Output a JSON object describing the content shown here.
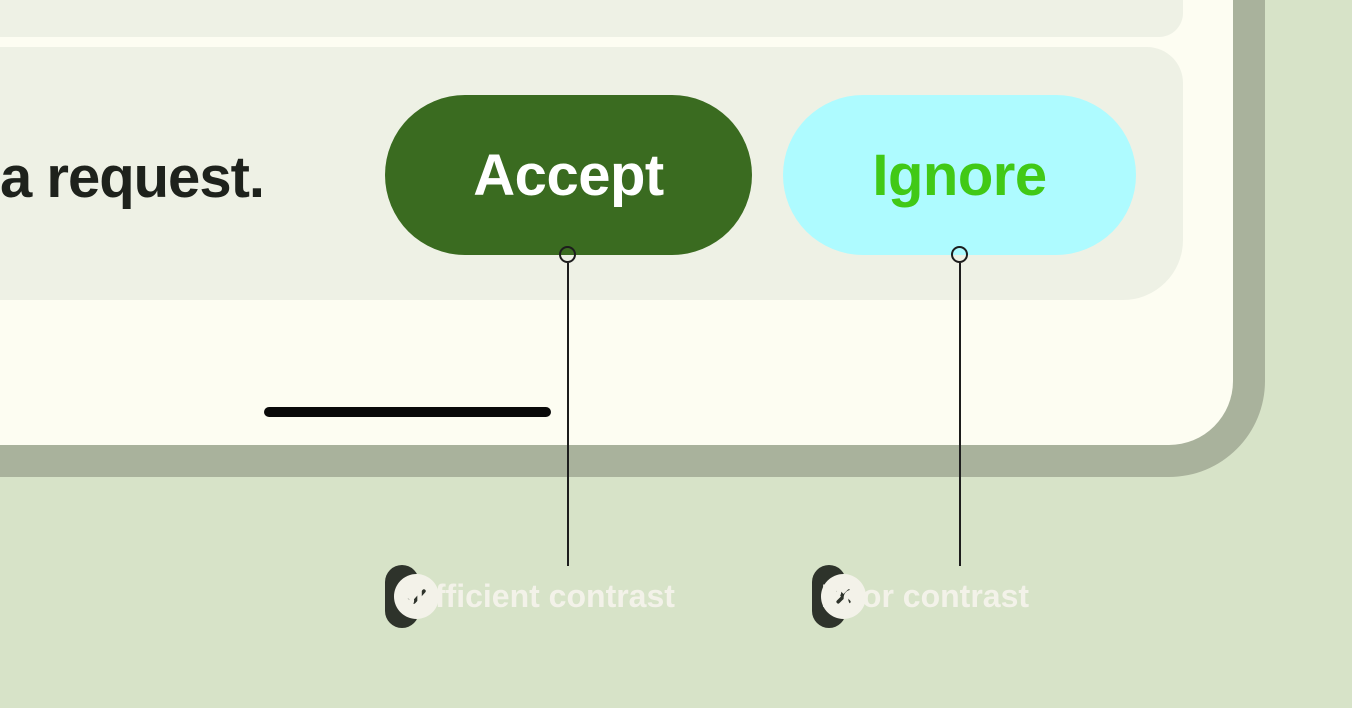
{
  "colors": {
    "page_bg": "#d7e3c8",
    "device_frame": "#a9b29c",
    "screen_bg": "#fdfdf2",
    "card_bg": "#eef1e5",
    "message_text": "#1e221c",
    "accept_bg": "#3a6b20",
    "accept_text": "#ffffff",
    "ignore_bg": "#aefbff",
    "ignore_text": "#41c916",
    "callout_bg": "#2e332b",
    "callout_fg": "#f3f2e9",
    "annotation_line": "#1d1d1d",
    "home_indicator": "#0a0a0a"
  },
  "notification": {
    "message_fragment": "a request.",
    "accept_label": "Accept",
    "ignore_label": "Ignore"
  },
  "annotations": {
    "sufficient": {
      "icon": "check-circle-icon",
      "label": "Sufficient contrast"
    },
    "poor": {
      "icon": "cross-circle-icon",
      "label": "Poor contrast"
    }
  }
}
